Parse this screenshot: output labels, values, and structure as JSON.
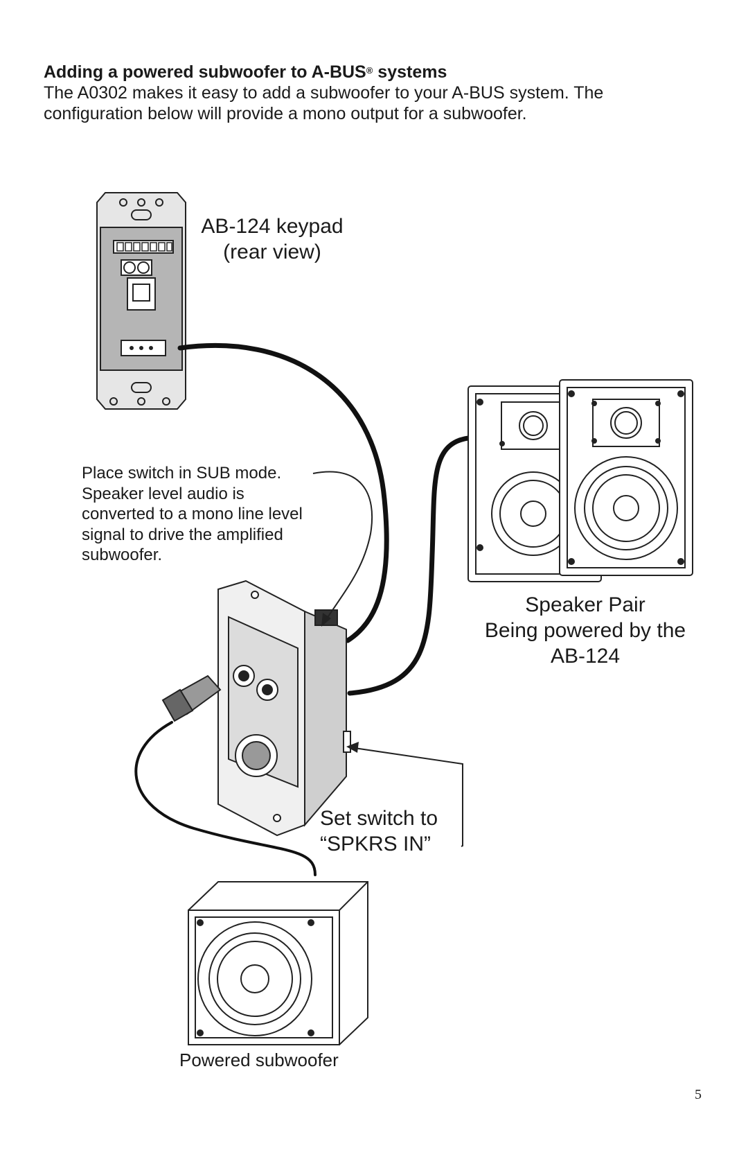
{
  "heading": {
    "text": "Adding a powered subwoofer to A-BUS",
    "reg": "®",
    "suffix": " systems"
  },
  "intro": {
    "line1": "The A0302 makes it easy to add a subwoofer to your A-BUS system. The",
    "line2": "configuration below will provide a mono output for a subwoofer."
  },
  "keypad": {
    "line1": "AB-124 keypad",
    "line2": "(rear view)"
  },
  "sub_mode_note": {
    "line1": "Place switch in SUB mode.",
    "line2": "Speaker level audio is",
    "line3": "converted to a mono line level",
    "line4": "signal to drive the amplified",
    "line5": "subwoofer."
  },
  "speakers": {
    "line1": "Speaker Pair",
    "line2": "Being powered by the",
    "line3": "AB-124"
  },
  "switch_note": {
    "line1": "Set switch to",
    "line2": "“SPKRS IN”"
  },
  "subwoofer_label": "Powered subwoofer",
  "page_number": "5"
}
